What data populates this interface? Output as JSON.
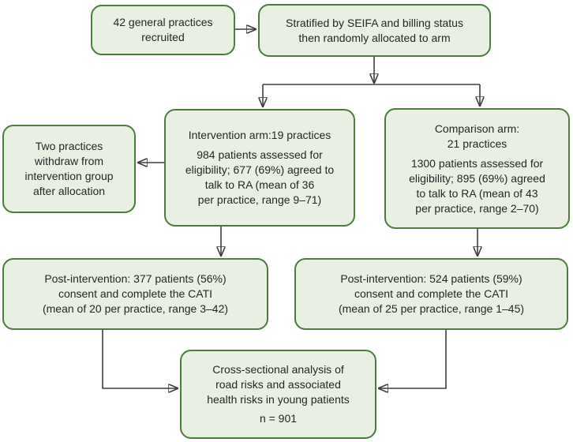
{
  "colors": {
    "box_fill": "#eaefe4",
    "box_border": "#4c7c3e",
    "arrow_line": "#3f3f3f",
    "arrowhead": "#101010",
    "text": "#262626",
    "background": "#ffffff"
  },
  "boxes": {
    "recruited": {
      "lines": [
        "42 general practices",
        "recruited"
      ]
    },
    "stratified": {
      "lines": [
        "Stratified by SEIFA and billing status",
        "then randomly allocated to arm"
      ]
    },
    "withdraw": {
      "lines": [
        "Two practices",
        "withdraw from",
        "intervention group",
        "after allocation"
      ]
    },
    "intervention": {
      "heading_lines": [
        "Intervention arm:19 practices"
      ],
      "detail_lines": [
        "984 patients assessed for",
        "eligibility; 677 (69%) agreed to",
        "talk to RA (mean of 36",
        "per practice, range 9–71)"
      ]
    },
    "comparison": {
      "heading_lines": [
        "Comparison arm:",
        "21 practices"
      ],
      "detail_lines": [
        "1300 patients assessed for",
        "eligibility; 895 (69%) agreed",
        "to talk to RA (mean of 43",
        "per practice, range 2–70)"
      ]
    },
    "post_intervention": {
      "lines": [
        "Post-intervention: 377 patients (56%)",
        "consent and complete the CATI",
        "(mean of 20 per practice, range 3–42)"
      ]
    },
    "post_comparison": {
      "lines": [
        "Post-intervention: 524 patients (59%)",
        "consent and complete the CATI",
        "(mean of 25 per practice, range 1–45)"
      ]
    },
    "analysis": {
      "lines": [
        "Cross-sectional analysis of",
        "road risks and associated",
        "health risks in young patients"
      ],
      "n_line": "n = 901"
    }
  }
}
